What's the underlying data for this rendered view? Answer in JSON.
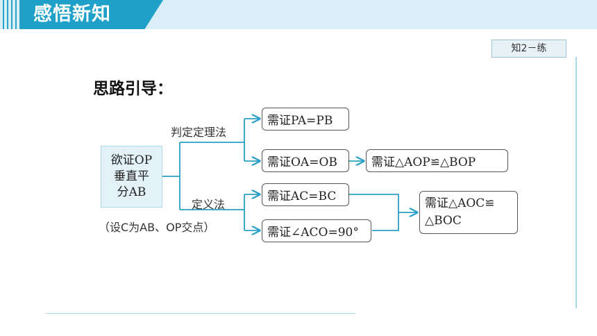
{
  "header": {
    "title": "感悟新知"
  },
  "badge": {
    "label": "知2－练"
  },
  "guide_title": "思路引导：",
  "goal": {
    "line1": "欲证OP",
    "line2": "垂直平",
    "line3": "分AB"
  },
  "branches": {
    "theorem_label": "判定定理法",
    "definition_label": "定义法",
    "note": "（设C为AB、OP交点）"
  },
  "boxes": {
    "pa_pb": "需证PA=PB",
    "oa_ob": "需证OA=OB",
    "aop_bop": "需证△AOP≌△BOP",
    "ac_bc": "需证AC=BC",
    "aco_90": "需证∠ACO=90°",
    "aoc_boc_line1": "需证△AOC≌",
    "aoc_boc_line2": "△BOC"
  },
  "colors": {
    "accent": "#1fa0c8",
    "connector": "#2a9fc6",
    "light": "#e2f2f8"
  }
}
